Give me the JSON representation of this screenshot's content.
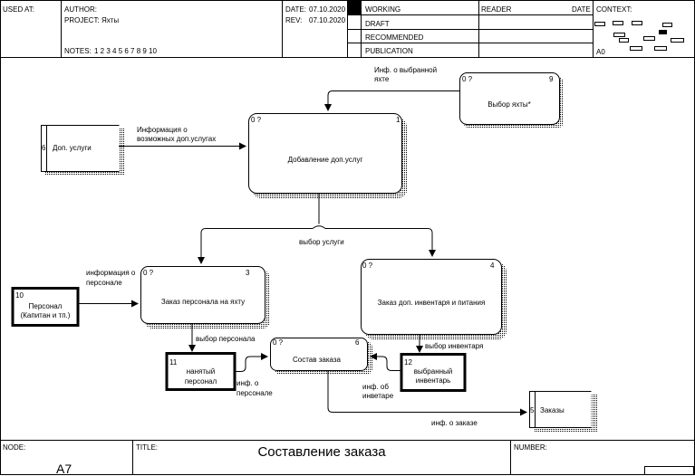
{
  "header": {
    "used_at_label": "USED AT:",
    "author_label": "AUTHOR:",
    "project_label": "PROJECT:",
    "project_value": "Яхты",
    "notes_label": "NOTES:",
    "notes_values": "1  2  3  4  5  6  7  8  9  10",
    "date_label": "DATE:",
    "date_value": "07.10.2020",
    "rev_label": "REV:",
    "rev_value": "07.10.2020",
    "status": [
      "WORKING",
      "DRAFT",
      "RECOMMENDED",
      "PUBLICATION"
    ],
    "reader_label": "READER",
    "reader_date_label": "DATE",
    "context_label": "CONTEXT:",
    "context_node": "A0"
  },
  "footer": {
    "node_label": "NODE:",
    "node_value": "A7",
    "title_label": "TITLE:",
    "title_value": "Составление заказа",
    "number_label": "NUMBER:"
  },
  "activities": [
    {
      "id": "a1",
      "code": "0 ?",
      "num": "1",
      "label": "Добавление доп.услуг"
    },
    {
      "id": "a3",
      "code": "0 ?",
      "num": "3",
      "label": "Заказ персонала на яхту"
    },
    {
      "id": "a4",
      "code": "0 ?",
      "num": "4",
      "label": "Заказ доп. инвентаря и питания"
    },
    {
      "id": "a6",
      "code": "0 ?",
      "num": "6",
      "label": "Состав заказа"
    },
    {
      "id": "a9",
      "code": "0 ?",
      "num": "9",
      "label": "Выбор яхты*"
    }
  ],
  "externals": [
    {
      "id": "e6",
      "num": "6",
      "label": "Доп. услуги"
    },
    {
      "id": "e10",
      "num": "10",
      "label_lines": [
        "Персонал",
        "(Капитан и тп.)"
      ]
    },
    {
      "id": "e11",
      "num": "11",
      "label_lines": [
        "нанятый",
        "персонал"
      ]
    },
    {
      "id": "e12",
      "num": "12",
      "label_lines": [
        "выбранный",
        "инвентарь"
      ]
    },
    {
      "id": "e5",
      "num": "5",
      "label": "Заказы"
    }
  ],
  "arrow_labels": [
    {
      "id": "l1",
      "lines": [
        "Инф. о выбранной",
        "яхте"
      ]
    },
    {
      "id": "l2",
      "lines": [
        "Информация о",
        "возможных доп.услугах"
      ]
    },
    {
      "id": "l3",
      "lines": [
        "выбор услуги"
      ]
    },
    {
      "id": "l4",
      "lines": [
        "информация о",
        "персонале"
      ]
    },
    {
      "id": "l5",
      "lines": [
        "выбор персонала"
      ]
    },
    {
      "id": "l6",
      "lines": [
        "выбор инвентаря"
      ]
    },
    {
      "id": "l7",
      "lines": [
        "инф. о",
        "персонале"
      ]
    },
    {
      "id": "l8",
      "lines": [
        "инф. об",
        "инветаре"
      ]
    },
    {
      "id": "l9",
      "lines": [
        "инф. о заказе"
      ]
    }
  ]
}
